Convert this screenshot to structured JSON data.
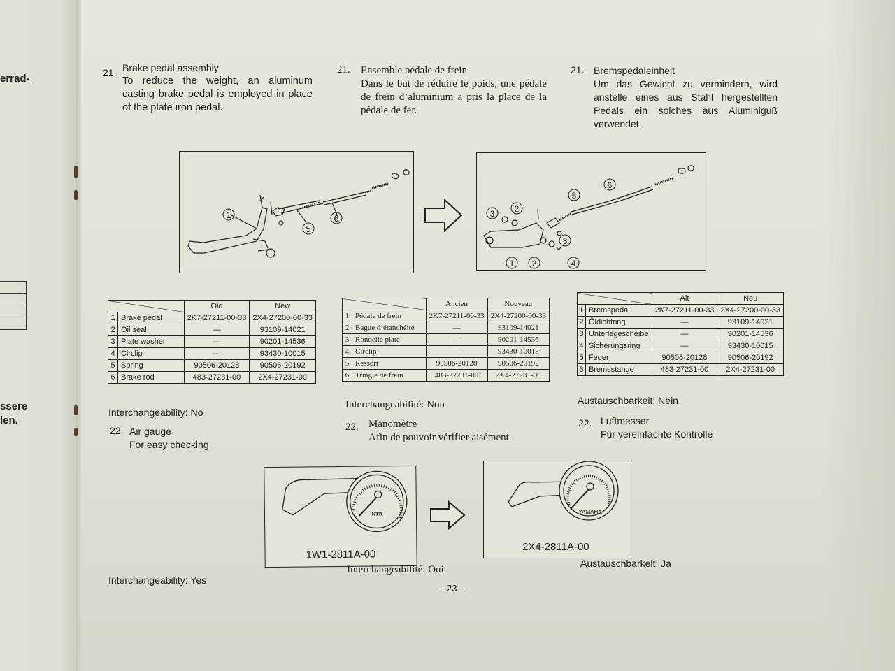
{
  "left_page": {
    "fragments": [
      "errad-",
      "ssere",
      "len."
    ]
  },
  "section21": {
    "number": "21.",
    "en": {
      "title": "Brake pedal assembly",
      "body": "To reduce the weight, an aluminum casting brake pedal is employed in place of the plate iron pedal."
    },
    "fr": {
      "title": "Ensemble pédale de frein",
      "body": "Dans le but de réduire le poids, une pédale de frein d’aluminium a pris la place de la pédale de fer."
    },
    "de": {
      "title": "Bremspedaleinheit",
      "body": "Um das Gewicht zu vermindern, wird anstelle eines aus Stahl hergestellten Pedals ein solches aus Aluminiguß verwendet."
    },
    "diagram_old_callouts": [
      "1",
      "5",
      "6"
    ],
    "diagram_new_callouts": [
      "3",
      "2",
      "5",
      "6",
      "3",
      "1",
      "2",
      "4"
    ]
  },
  "tables": {
    "en": {
      "headers": [
        "",
        "Old",
        "New"
      ],
      "rows": [
        {
          "n": "1",
          "name": "Brake pedal",
          "old": "2K7-27211-00-33",
          "new": "2X4-27200-00-33"
        },
        {
          "n": "2",
          "name": "Oil seal",
          "old": "—",
          "new": "93109-14021"
        },
        {
          "n": "3",
          "name": "Plate washer",
          "old": "—",
          "new": "90201-14536"
        },
        {
          "n": "4",
          "name": "Circlip",
          "old": "—",
          "new": "93430-10015"
        },
        {
          "n": "5",
          "name": "Spring",
          "old": "90506-20128",
          "new": "90506-20192"
        },
        {
          "n": "6",
          "name": "Brake rod",
          "old": "483-27231-00",
          "new": "2X4-27231-00"
        }
      ]
    },
    "fr": {
      "headers": [
        "",
        "Ancien",
        "Nouveau"
      ],
      "rows": [
        {
          "n": "1",
          "name": "Pédale de frein",
          "old": "2K7-27211-00-33",
          "new": "2X4-27200-00-33"
        },
        {
          "n": "2",
          "name": "Bague d’étanchéité",
          "old": "—",
          "new": "93109-14021"
        },
        {
          "n": "3",
          "name": "Rondelle plate",
          "old": "—",
          "new": "90201-14536"
        },
        {
          "n": "4",
          "name": "Circlip",
          "old": "—",
          "new": "93430-10015"
        },
        {
          "n": "5",
          "name": "Ressort",
          "old": "90506-20128",
          "new": "90506-20192"
        },
        {
          "n": "6",
          "name": "Tringle de frein",
          "old": "483-27231-00",
          "new": "2X4-27231-00"
        }
      ]
    },
    "de": {
      "headers": [
        "",
        "Alt",
        "Neu"
      ],
      "rows": [
        {
          "n": "1",
          "name": "Bremspedal",
          "old": "2K7-27211-00-33",
          "new": "2X4-27200-00-33"
        },
        {
          "n": "2",
          "name": "Öldichtring",
          "old": "—",
          "new": "93109-14021"
        },
        {
          "n": "3",
          "name": "Unterlegescheibe",
          "old": "—",
          "new": "90201-14536"
        },
        {
          "n": "4",
          "name": "Sicherungsring",
          "old": "—",
          "new": "93430-10015"
        },
        {
          "n": "5",
          "name": "Feder",
          "old": "90506-20128",
          "new": "90506-20192"
        },
        {
          "n": "6",
          "name": "Bremsstange",
          "old": "483-27231-00",
          "new": "2X4-27231-00"
        }
      ]
    }
  },
  "interchangeability21": {
    "en": "Interchangeability:  No",
    "fr": "Interchangeabilité:  Non",
    "de": "Austauschbarkeit:  Nein"
  },
  "section22": {
    "number": "22.",
    "en": {
      "title": "Air gauge",
      "body": "For easy checking"
    },
    "fr": {
      "title": "Manomètre",
      "body": "Afin de pouvoir vérifier aisément."
    },
    "de": {
      "title": "Luftmesser",
      "body": "Für vereinfachte Kontrolle"
    },
    "old_part": "1W1-2811A-00",
    "new_part": "2X4-2811A-00",
    "old_gauge_brand": "KTB",
    "new_gauge_brand": "YAMAHA"
  },
  "interchangeability22": {
    "en": "Interchangeability:  Yes",
    "fr": "Interchangeabilité:  Oui",
    "de": "Austauschbarkeit:  Ja"
  },
  "page_number": "—23—"
}
